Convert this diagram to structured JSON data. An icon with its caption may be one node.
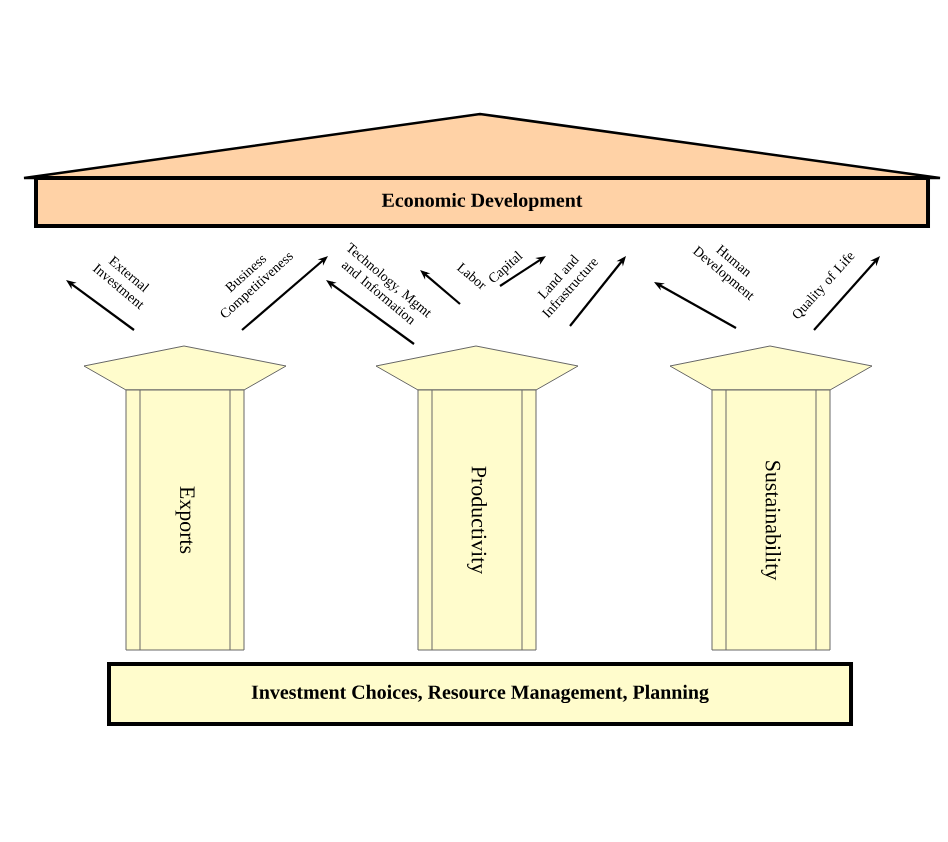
{
  "diagram": {
    "nodes": [
      {
        "text": [
          "Economic Development"
        ]
      },
      {
        "text": [
          "Exports"
        ]
      },
      {
        "text": [
          "Productivity"
        ]
      },
      {
        "text": [
          "Sustainability"
        ]
      },
      {
        "text": [
          "Investment Choices, Resource Management, Planning"
        ]
      }
    ],
    "labels": [
      "External Investment",
      "Business Competitiveness",
      "Technology, Mgmt and Information",
      "Labor",
      "Capital",
      "Land and Infrastructure",
      "Human Development",
      "Quality of Life"
    ]
  }
}
